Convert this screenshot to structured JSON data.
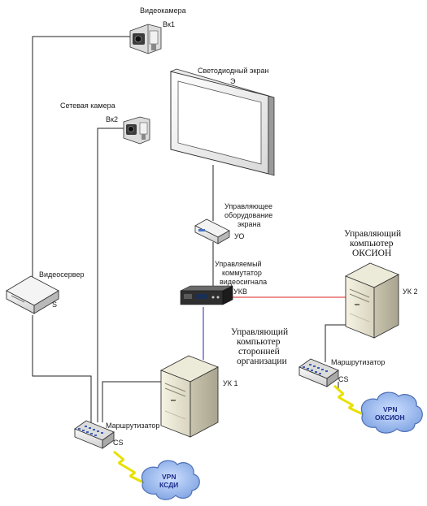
{
  "nodes": {
    "camera1": {
      "label": "Видеокамера",
      "id": "Вк1"
    },
    "netcamera": {
      "label": "Сетевая камера",
      "id": "Вк2"
    },
    "screen": {
      "label": "Светодиодный экран",
      "id": "Э"
    },
    "screen_ctrl": {
      "line1": "Управляющее",
      "line2": "оборудование",
      "line3": "экрана",
      "id": "УО"
    },
    "switch": {
      "line1": "Управляемый",
      "line2": "коммутатор",
      "line3": "видеосигнала",
      "id": "УКВ"
    },
    "videoserver": {
      "label": "Видеосервер",
      "id": "S"
    },
    "uk2": {
      "line1": "Управляющий",
      "line2": "компьютер",
      "line3": "ОКСИОН",
      "id": "УК 2"
    },
    "uk1": {
      "line1": "Управляющий",
      "line2": "компьютер",
      "line3": "сторонней",
      "line4": "организации",
      "id": "УК 1"
    },
    "router_cs": {
      "label": "Маршрутизатор",
      "id": "CS"
    },
    "router_right": {
      "label": "Маршрутизатор",
      "id": "CS"
    },
    "vpn_ksdi": {
      "line1": "VPN",
      "line2": "КСДИ"
    },
    "vpn_oksion": {
      "line1": "VPN",
      "line2": "ОКСИОН"
    }
  },
  "colors": {
    "line": "#222222",
    "red_link": "#d92020",
    "blue_link": "#2424b0",
    "lightning": "#e8e000",
    "cloud": "#7fa8e8"
  }
}
